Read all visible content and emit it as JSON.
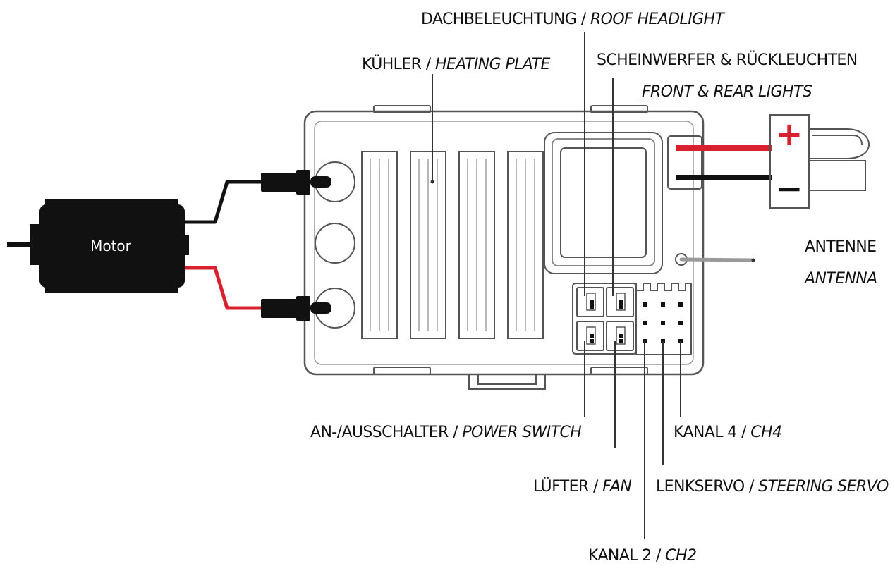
{
  "motor_label": "Motor",
  "battery": {
    "plus": "+",
    "minus": "−"
  },
  "colors": {
    "positive_wire": "#d8202e",
    "negative_wire": "#111111",
    "outline": "#444444",
    "antenna": "#9a9a9a"
  },
  "labels": {
    "roof_headlight": {
      "de": "DACHBELEUCHTUNG / ",
      "en": "ROOF HEADLIGHT"
    },
    "heating_plate": {
      "de": "KÜHLER / ",
      "en": "HEATING PLATE"
    },
    "front_rear_lights": {
      "de": "SCHEINWERFER & RÜCKLEUCHTEN",
      "en": "FRONT & REAR LIGHTS"
    },
    "antenna": {
      "de": "ANTENNE",
      "en": "ANTENNA"
    },
    "power_switch": {
      "de": "AN-/AUSSCHALTER / ",
      "en": "POWER SWITCH"
    },
    "ch4": {
      "de": "KANAL 4 / ",
      "en": "CH4"
    },
    "fan": {
      "de": "LÜFTER / ",
      "en": "FAN"
    },
    "steering_servo": {
      "de": "LENKSERVO / ",
      "en": "STEERING SERVO"
    },
    "ch2": {
      "de": "KANAL 2 / ",
      "en": "CH2"
    }
  }
}
